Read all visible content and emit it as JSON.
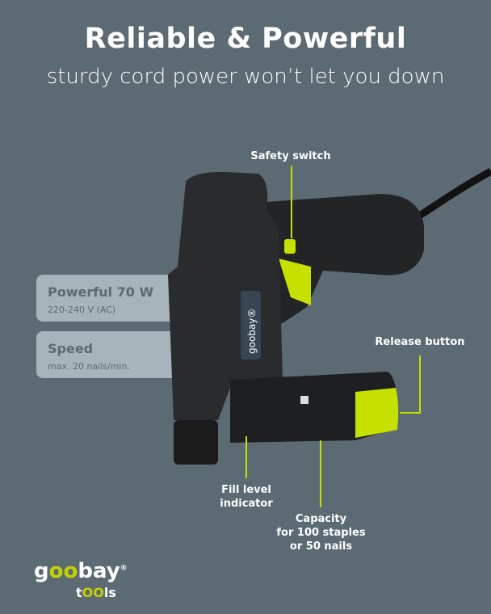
{
  "header": {
    "title": "Reliable & Powerful",
    "subtitle": "sturdy cord power won’t let you down"
  },
  "features": [
    {
      "title": "Powerful 70 W",
      "detail": "220-240 V (AC)"
    },
    {
      "title": "Speed",
      "detail": "max. 20 nails/min."
    }
  ],
  "callouts": {
    "safety_switch": "Safety switch",
    "release_button": "Release button",
    "fill_level": [
      "Fill level",
      "indicator"
    ],
    "capacity": [
      "Capacity",
      "for 100 staples",
      "or 50 nails"
    ]
  },
  "brand": {
    "logo_pre": "g",
    "logo_oo": "oo",
    "logo_post": "bay",
    "reg": "®",
    "tools_pre": "t",
    "tools_oo": "OO",
    "tools_post": "ls",
    "product_label": "goobay®"
  },
  "colors": {
    "background": "#5c6a73",
    "accent": "#c6e000",
    "box": "#a7b4bb"
  }
}
